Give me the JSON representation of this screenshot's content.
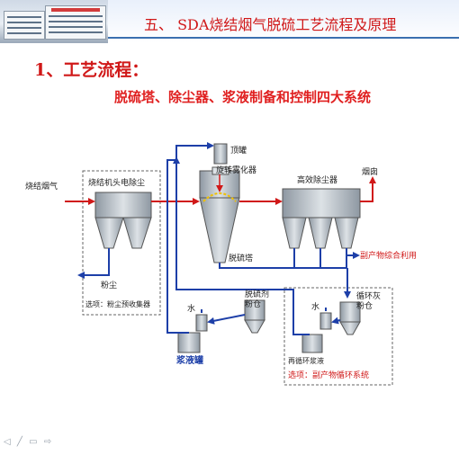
{
  "header": {
    "title": "五、 SDA烧结烟气脱硫工艺流程及原理"
  },
  "section": {
    "title": "1、工艺流程：",
    "subtitle": "脱硫塔、除尘器、浆液制备和控制四大系统"
  },
  "diagram": {
    "inlet": "烧结烟气",
    "esp_title": "烧结机头电除尘",
    "dust_label": "粉尘",
    "esp_option": "选项：粉尘预收集器",
    "top_tank": "顶罐",
    "atomizer": "旋转雾化器",
    "tower": "脱硫塔",
    "hi_dust": "高效除尘器",
    "chimney": "烟囱",
    "byproduct_use": "副产物综合利用",
    "water1": "水",
    "water2": "水",
    "desulf_silo": "脱硫剂\n粉仓",
    "slurry_tank": "浆液罐",
    "ash_silo": "循环灰\n粉仓",
    "recycle_tank": "再循环浆液",
    "recycle_option": "选项：副产物循环系统"
  },
  "colors": {
    "title_red": "#d01818",
    "flow_red": "#d01818",
    "flow_blue": "#1d3fa8",
    "equipment_fill": "#b9c1c8"
  },
  "nav_icons": [
    "first-icon",
    "pen-icon",
    "prev-icon",
    "next-icon"
  ]
}
